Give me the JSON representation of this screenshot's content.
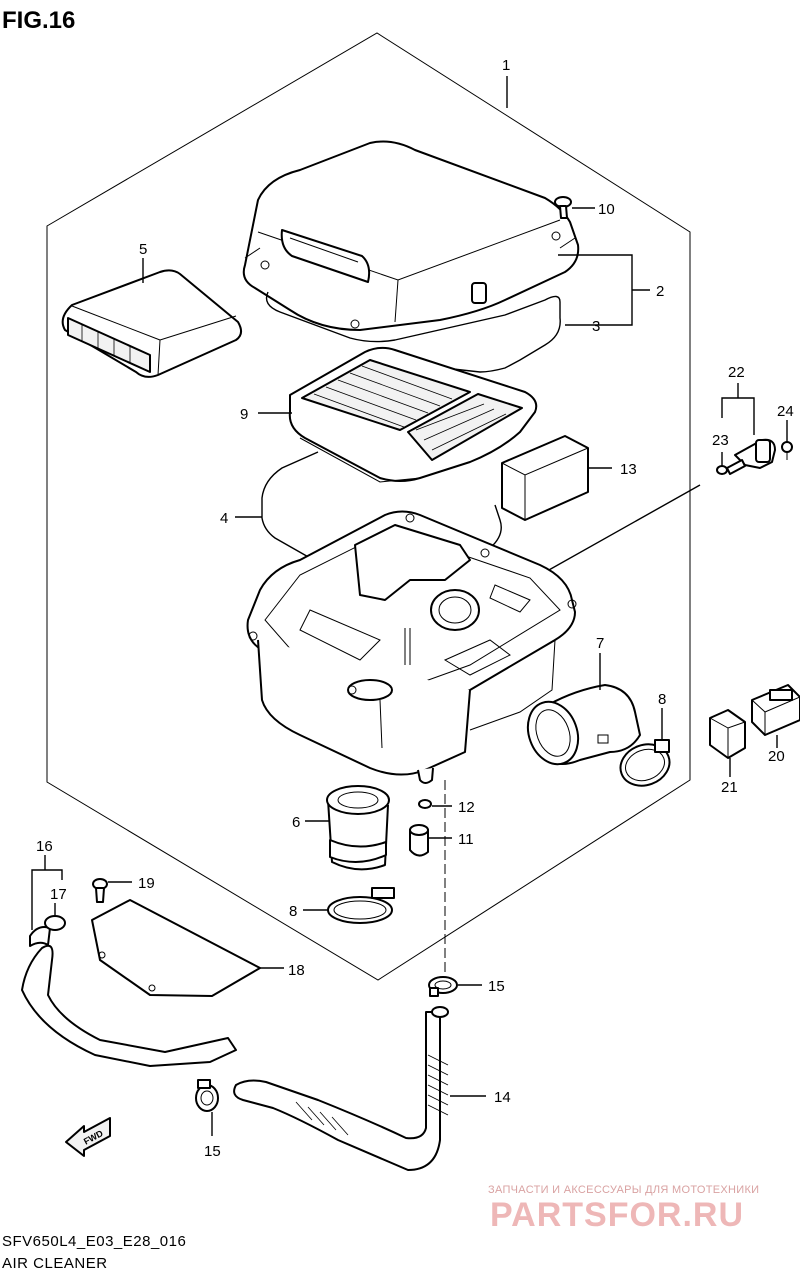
{
  "figure": {
    "title": "FIG.16",
    "model_code": "SFV650L4_E03_E28_016",
    "section_name": "AIR CLEANER"
  },
  "watermark": {
    "tagline": "ЗАПЧАСТИ И АКСЕССУАРЫ ДЛЯ МОТОТЕХНИКИ",
    "brand": "PARTSFOR.RU"
  },
  "fwd_arrow": {
    "label": "FWD"
  },
  "callouts": {
    "c1": "1",
    "c2": "2",
    "c3": "3",
    "c4": "4",
    "c5": "5",
    "c6": "6",
    "c7": "7",
    "c8a": "8",
    "c8b": "8",
    "c9": "9",
    "c10": "10",
    "c11": "11",
    "c12": "12",
    "c13": "13",
    "c14": "14",
    "c15a": "15",
    "c15b": "15",
    "c16": "16",
    "c17": "17",
    "c18": "18",
    "c19": "19",
    "c20": "20",
    "c21": "21",
    "c22": "22",
    "c23": "23",
    "c24": "24"
  }
}
